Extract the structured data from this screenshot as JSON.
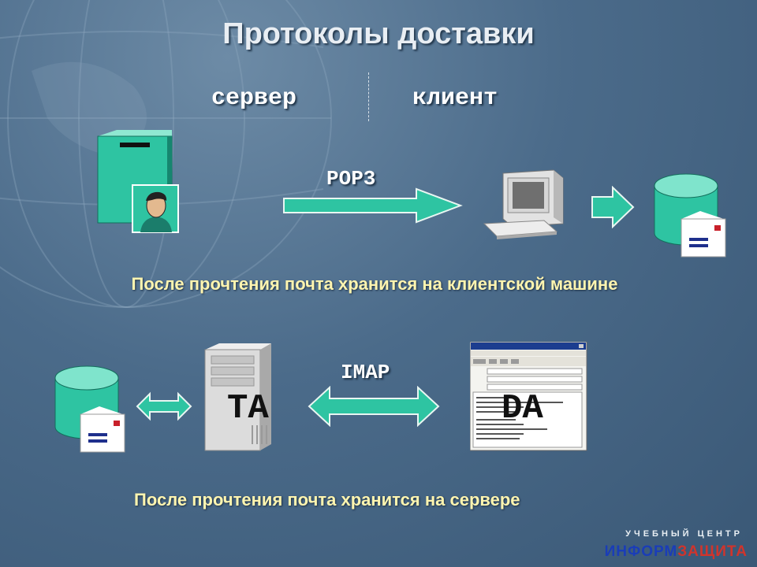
{
  "title": "Протоколы доставки",
  "columns": {
    "server": "сервер",
    "client": "клиент"
  },
  "pop3": {
    "protocol": "POP3",
    "caption": "После прочтения почта хранится на клиентской машине"
  },
  "imap": {
    "protocol": "IMAP",
    "ta_label": "TA",
    "da_label": "DA",
    "caption": "После прочтения почта хранится на сервере"
  },
  "footer": {
    "line1": "УЧЕБНЫЙ ЦЕНТР",
    "brand_part1": "ИНФОРМ",
    "brand_part2": "ЗАЩИТА"
  },
  "colors": {
    "teal": "#2ec4a2",
    "envelope_blue": "#1e2f8c",
    "envelope_red": "#c8202a",
    "brand_blue": "#1a3db8",
    "brand_red": "#d0342c"
  }
}
